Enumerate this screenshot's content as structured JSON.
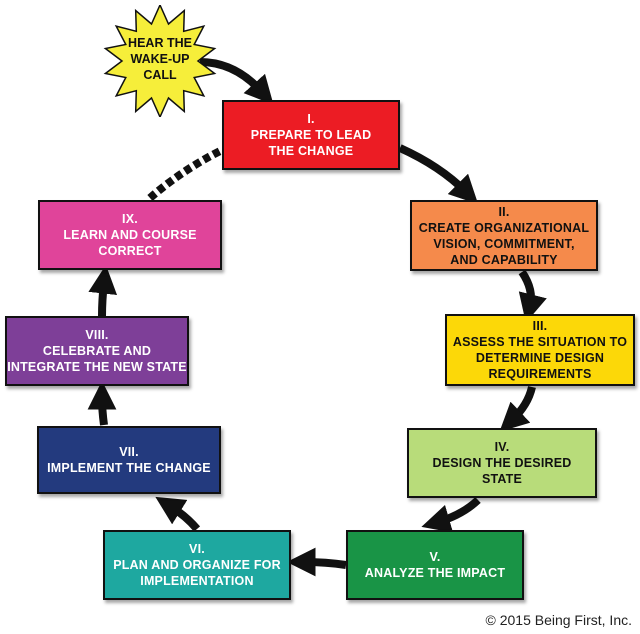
{
  "start": {
    "lines": [
      "HEAR THE",
      "WAKE-UP",
      "CALL"
    ],
    "color": "#f6ee3a"
  },
  "stages": [
    {
      "numeral": "I.",
      "lines": [
        "PREPARE TO LEAD",
        "THE CHANGE"
      ],
      "color": "#ec1c24"
    },
    {
      "numeral": "II.",
      "lines": [
        "CREATE ORGANIZATIONAL",
        "VISION, COMMITMENT,",
        "AND CAPABILITY"
      ],
      "color": "#f58a4b"
    },
    {
      "numeral": "III.",
      "lines": [
        "ASSESS THE SITUATION TO",
        "DETERMINE DESIGN",
        "REQUIREMENTS"
      ],
      "color": "#fcd808"
    },
    {
      "numeral": "IV.",
      "lines": [
        "DESIGN THE DESIRED",
        "STATE"
      ],
      "color": "#b8dc7a"
    },
    {
      "numeral": "V.",
      "lines": [
        "ANALYZE THE IMPACT"
      ],
      "color": "#199446"
    },
    {
      "numeral": "VI.",
      "lines": [
        "PLAN AND ORGANIZE FOR",
        "IMPLEMENTATION"
      ],
      "color": "#1ea8a0"
    },
    {
      "numeral": "VII.",
      "lines": [
        "IMPLEMENT THE CHANGE"
      ],
      "color": "#233a7e"
    },
    {
      "numeral": "VIII.",
      "lines": [
        "CELEBRATE AND",
        "INTEGRATE THE NEW STATE"
      ],
      "color": "#7e3f98"
    },
    {
      "numeral": "IX.",
      "lines": [
        "LEARN AND COURSE",
        "CORRECT"
      ],
      "color": "#e0449a"
    }
  ],
  "arrow_color": "#111111",
  "copyright": "© 2015 Being First, Inc."
}
